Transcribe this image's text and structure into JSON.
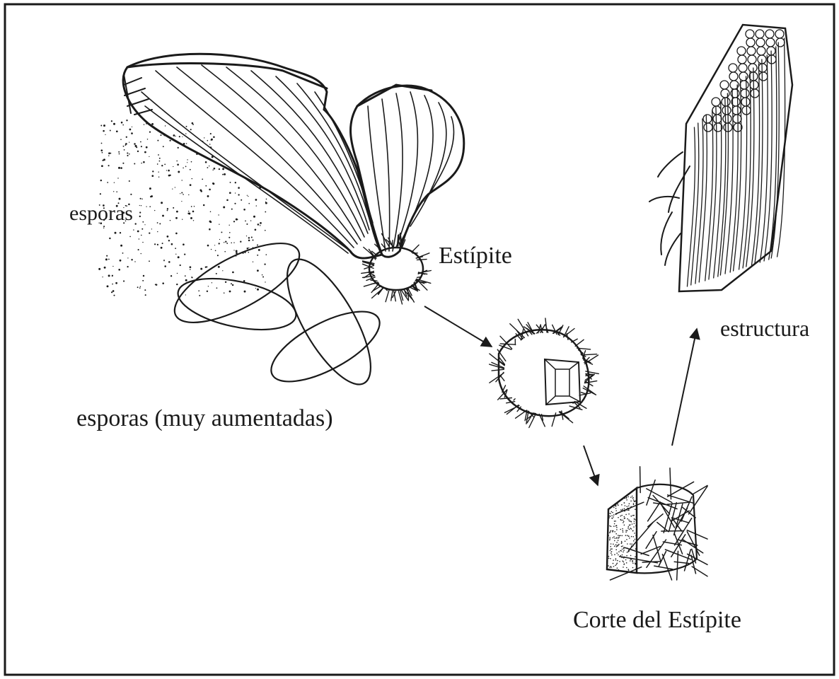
{
  "labels": {
    "esporas": "esporas",
    "estipite": "Estípite",
    "esporas_aumentadas": "esporas (muy aumentadas)",
    "estructura": "estructura",
    "corte_estipite": "Corte del Estípite"
  },
  "colors": {
    "ink": "#1a1a1a",
    "background": "#ffffff"
  }
}
